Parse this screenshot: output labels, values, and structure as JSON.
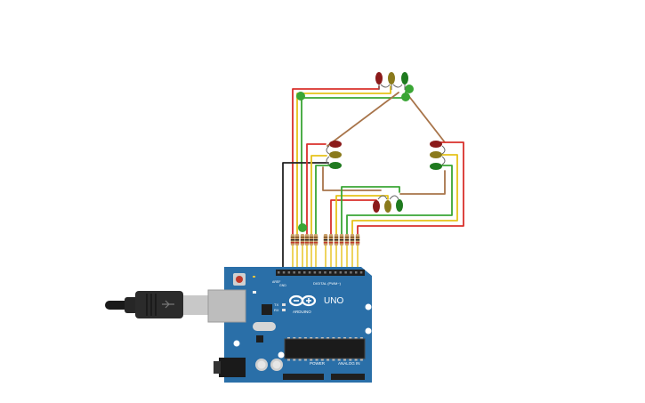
{
  "board": {
    "logo_text": "ARDUINO",
    "model": "UNO",
    "digital_header_label": "DIGITAL (PWM~)",
    "power_label": "POWER",
    "analog_label": "ANALOG IN",
    "tx_label": "TX",
    "rx_label": "RX",
    "aref_label": "AREF",
    "gnd_label": "GND"
  },
  "colors": {
    "board": "#2a6fa8",
    "red_wire": "#d9302b",
    "yellow_wire": "#e6c21a",
    "green_wire": "#3aa635",
    "brown_wire": "#a8744a",
    "black_wire": "#222222",
    "led_red": "#8b1a1a",
    "led_yellow": "#8a7a1c",
    "led_green": "#1f7a1f"
  },
  "components": {
    "traffic_lights": [
      {
        "name": "top",
        "leds": [
          "red",
          "yellow",
          "green"
        ]
      },
      {
        "name": "left",
        "leds": [
          "red",
          "yellow",
          "green"
        ]
      },
      {
        "name": "right",
        "leds": [
          "red",
          "yellow",
          "green"
        ]
      },
      {
        "name": "bottom",
        "leds": [
          "red",
          "yellow",
          "green"
        ]
      }
    ],
    "resistor_count": 12,
    "usb_cable": "usb-b-cable"
  }
}
